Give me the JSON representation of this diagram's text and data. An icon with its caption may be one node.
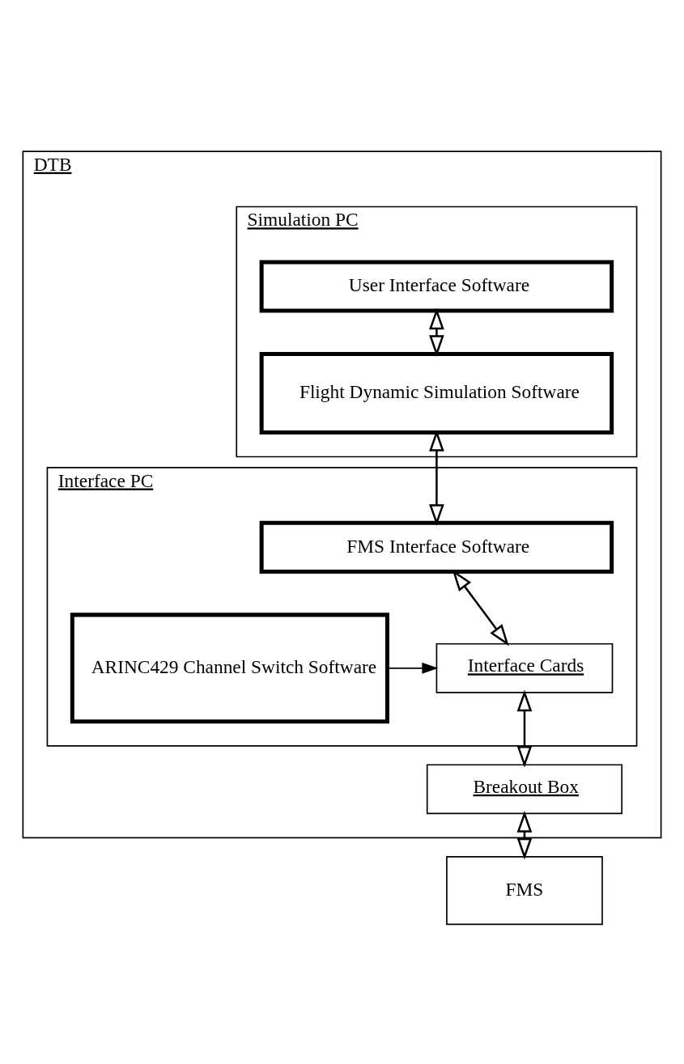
{
  "diagram": {
    "nodes": [
      {
        "text": [
          "DTB"
        ]
      },
      {
        "text": [
          "Simulation PC"
        ],
        "in": 0
      },
      {
        "text": [
          "User Interface Software"
        ],
        "in": 1
      },
      {
        "text": [
          "Flight Dynamic Simulation Software"
        ],
        "in": 1
      },
      {
        "text": [
          "Interface PC"
        ],
        "in": 0
      },
      {
        "text": [
          "FMS Interface Software"
        ],
        "in": 4
      },
      {
        "text": [
          "Interface Cards"
        ],
        "in": 4
      },
      {
        "text": [
          "ARINC429 Channel Switch Software"
        ],
        "in": 4
      },
      {
        "text": [
          "Breakout Box"
        ],
        "in": 0
      },
      {
        "text": [
          "FMS"
        ]
      }
    ],
    "edges": [
      {
        "from": 2,
        "to": 3,
        "arrow": "both"
      },
      {
        "from": 3,
        "to": 5,
        "arrow": "both"
      },
      {
        "from": 5,
        "to": 6,
        "arrow": "both"
      },
      {
        "from": 7,
        "to": 6,
        "arrow": "to"
      },
      {
        "from": 6,
        "to": 8,
        "arrow": "both"
      },
      {
        "from": 8,
        "to": 9,
        "arrow": "both"
      }
    ]
  }
}
